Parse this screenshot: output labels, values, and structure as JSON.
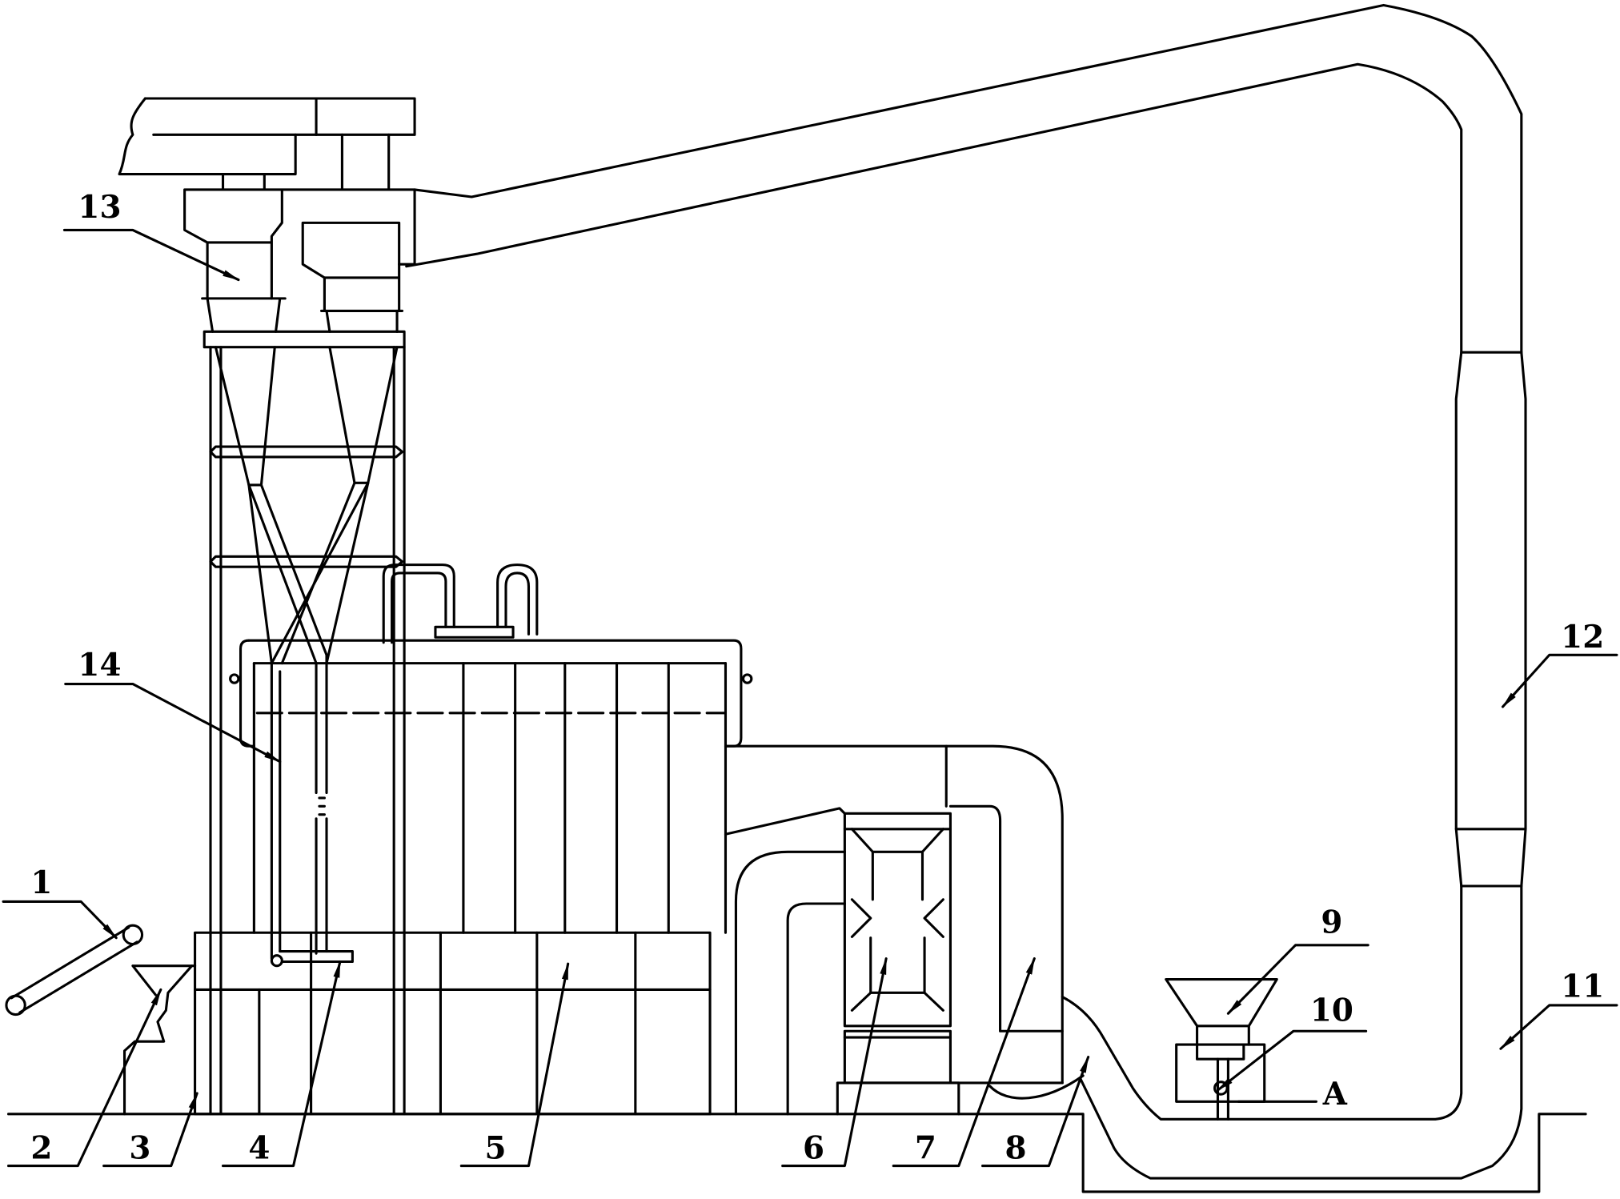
{
  "callouts": [
    "1",
    "2",
    "3",
    "4",
    "5",
    "6",
    "7",
    "8",
    "9",
    "10",
    "11",
    "12",
    "13",
    "14",
    "A"
  ],
  "colors": {
    "line": "#000000",
    "background": "#ffffff"
  }
}
